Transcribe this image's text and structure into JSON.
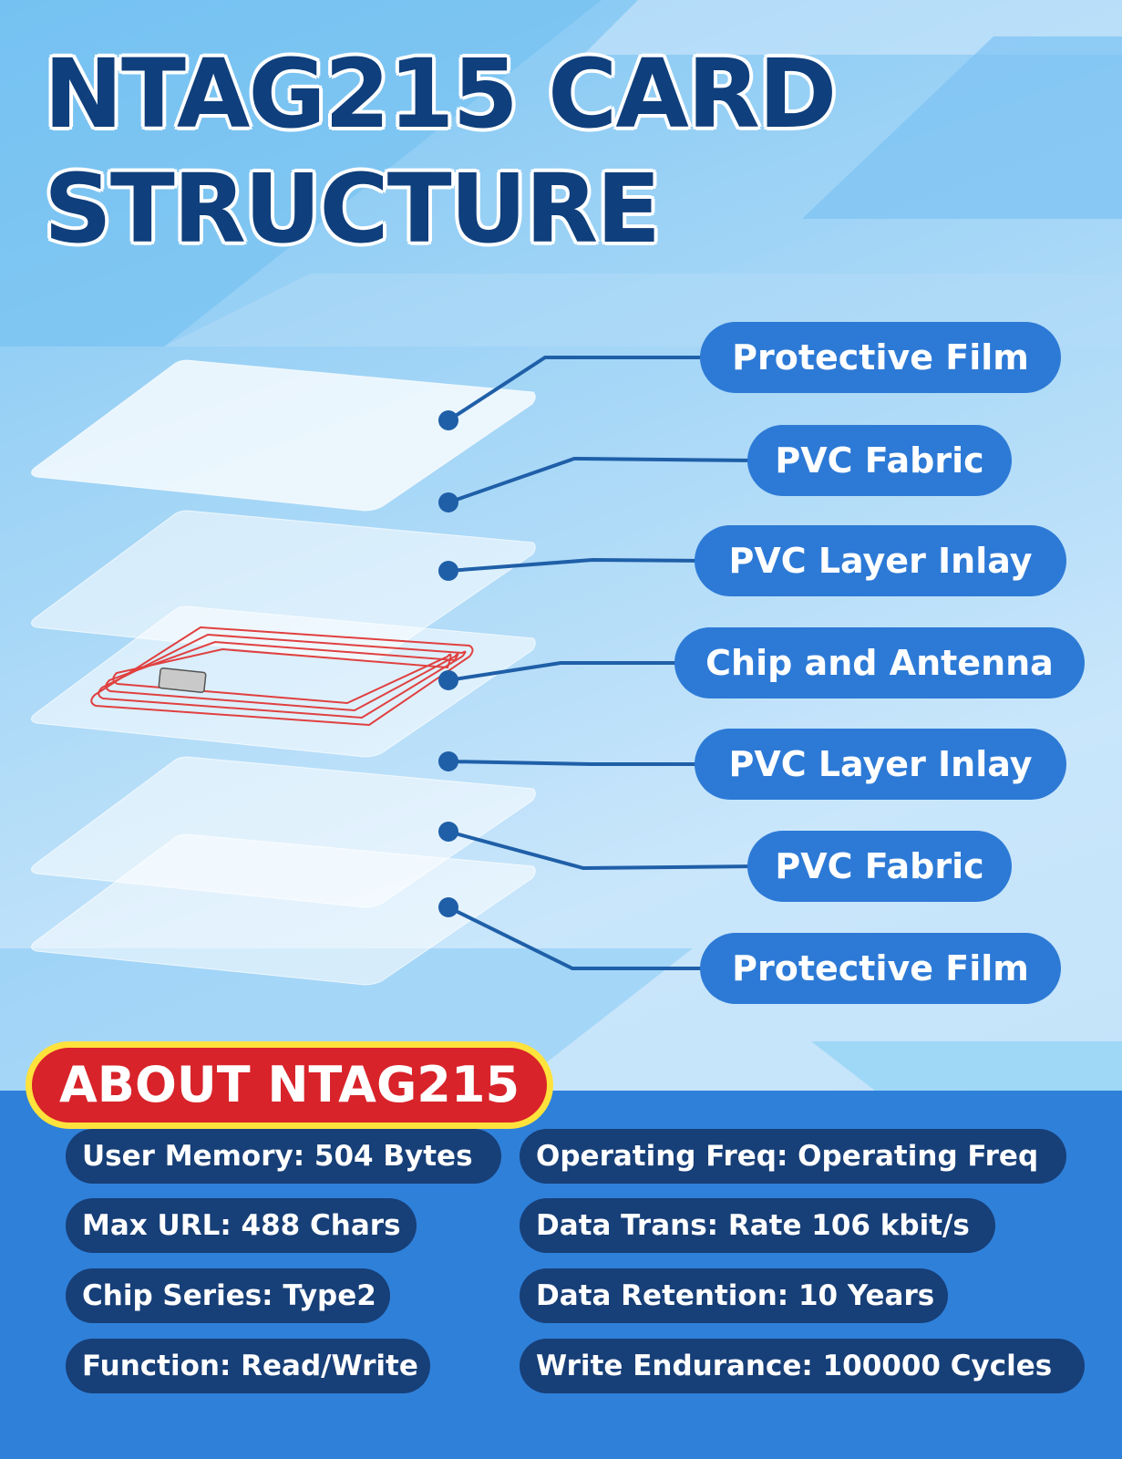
{
  "title": {
    "line1": "NTAG215 CARD",
    "line2": "STRUCTURE"
  },
  "layers": [
    {
      "label": "Protective Film"
    },
    {
      "label": "PVC Fabric"
    },
    {
      "label": "PVC Layer Inlay"
    },
    {
      "label": "Chip and Antenna"
    },
    {
      "label": "PVC Layer Inlay"
    },
    {
      "label": "PVC Fabric"
    },
    {
      "label": "Protective Film"
    }
  ],
  "about": {
    "heading": "ABOUT NTAG215",
    "specs": [
      "User Memory: 504 Bytes",
      "Operating Freq: Operating Freq",
      "Max URL: 488 Chars",
      "Data Trans: Rate 106 kbit/s",
      "Chip Series: Type2",
      "Data Retention: 10 Years",
      "Function: Read/Write",
      "Write Endurance: 100000 Cycles"
    ]
  },
  "colors": {
    "title": "#0f3f7c",
    "label_bg": "#2d7ad6",
    "connector": "#1f5fa8",
    "antenna": "#e0403f",
    "badge_bg": "#d8232a",
    "badge_border": "#ffe23b",
    "spec_bg": "#173f78",
    "panel_bg": "#2f80d9"
  }
}
